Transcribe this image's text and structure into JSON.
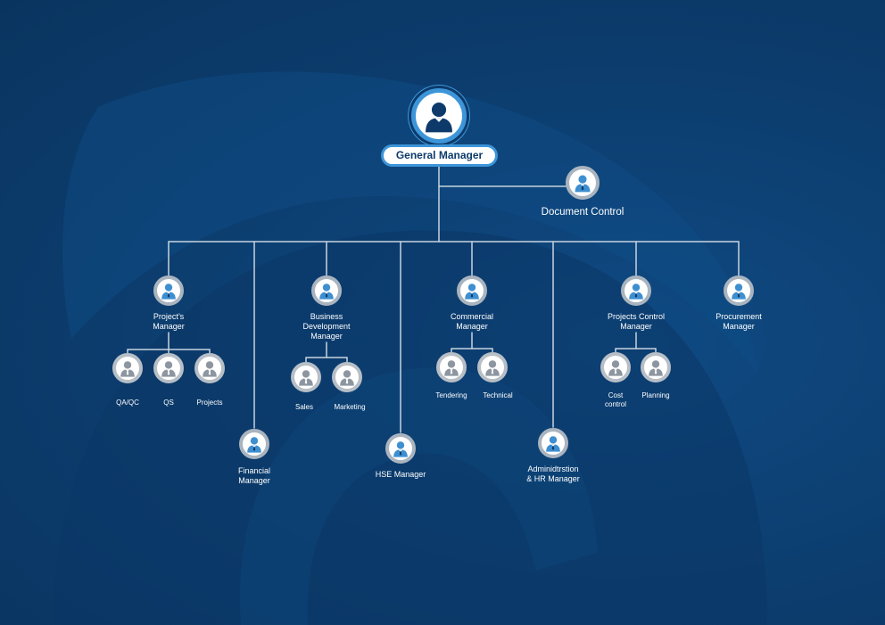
{
  "colors": {
    "background": "#0d3a6a",
    "connector": "#c7d3df",
    "accent_ring": "#3c95d8",
    "person_blue": "#3d8fd0",
    "person_gray": "#8d96a0",
    "ring_blue_node": "#a9b4bf",
    "ring_gray_node": "#b7bec6"
  },
  "icons": {
    "person": "person-icon"
  },
  "org": {
    "top": {
      "label": "General Manager"
    },
    "document_control": {
      "label": "Document Control"
    },
    "managers": [
      {
        "label": "Project’s\nManager",
        "reports": [
          "QA/QC",
          "QS",
          "Projects"
        ]
      },
      {
        "label": "Financial\nManager",
        "reports": []
      },
      {
        "label": "Business\nDevelopment\nManager",
        "reports": [
          "Sales",
          "Marketing"
        ]
      },
      {
        "label": "HSE Manager",
        "reports": []
      },
      {
        "label": "Commercial\nManager",
        "reports": [
          "Tendering",
          "Technical"
        ]
      },
      {
        "label": "Adminidtrstion\n& HR Manager",
        "reports": []
      },
      {
        "label": "Projects Control\nManager",
        "reports": [
          "Cost\ncontrol",
          "Planning"
        ]
      },
      {
        "label": "Procurement\nManager",
        "reports": []
      }
    ]
  }
}
